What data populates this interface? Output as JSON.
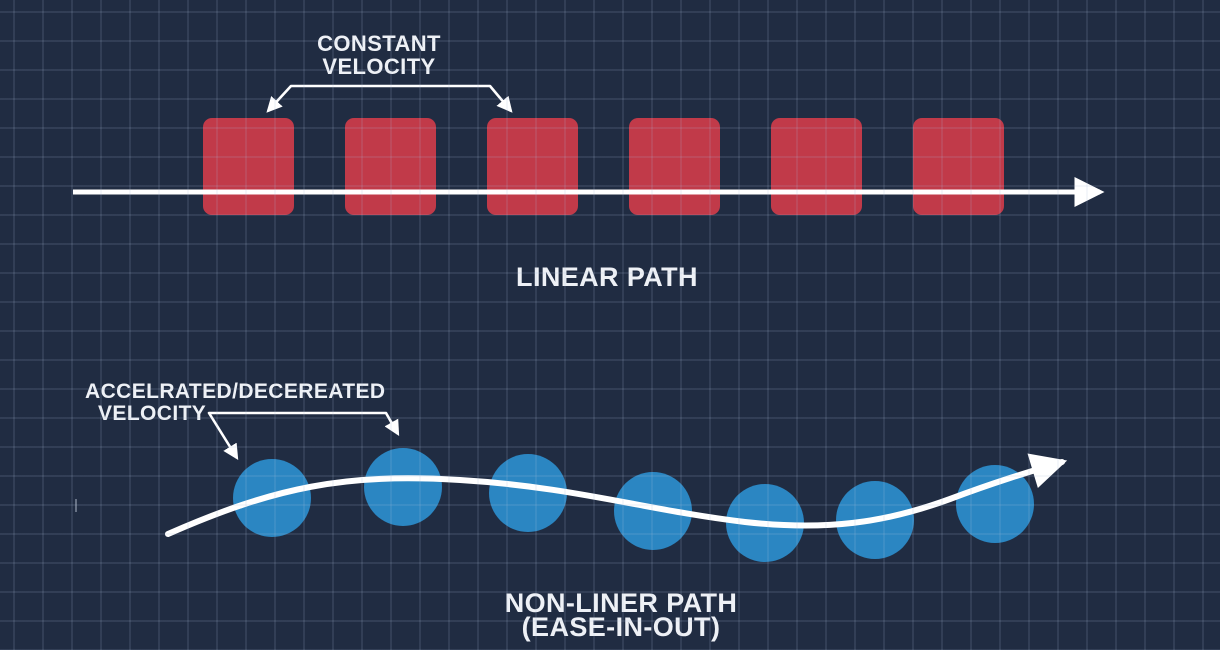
{
  "page": {
    "background": "#202c42",
    "grid_color": "rgba(173,190,220,0.13)",
    "grid_style": "square grid, 29px cells"
  },
  "colors": {
    "square_red": "#c13a49",
    "circle_blue": "#2b86c2",
    "stroke_white": "#ffffff",
    "text_white": "#eef1f6"
  },
  "sections": {
    "linear": {
      "annotation": {
        "line1": "CONSTANT",
        "line2": "VELOCITY"
      },
      "caption": "LINEAR PATH",
      "marker_shape": "square",
      "marker_count": 6,
      "path_style": "straight horizontal arrow through markers"
    },
    "nonlinear": {
      "annotation": {
        "line1": "ACCELRATED/DECEREATED",
        "line2": "VELOCITY"
      },
      "caption_line1": "NON-LINER PATH",
      "caption_line2": "(EASE-IN-OUT)",
      "marker_shape": "circle",
      "marker_count": 7,
      "path_style": "s-shaped wavy arrow through markers"
    }
  }
}
